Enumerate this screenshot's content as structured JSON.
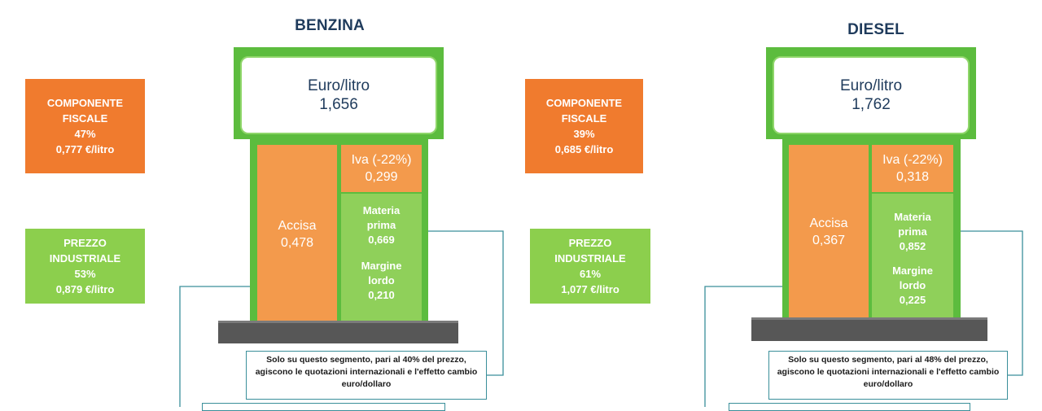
{
  "benzina": {
    "title": "BENZINA",
    "display_label": "Euro/litro",
    "display_value": "1,656",
    "fiscal": {
      "l1": "COMPONENTE",
      "l2": "FISCALE",
      "pct": "47%",
      "value": "0,777 €/litro"
    },
    "industrial": {
      "l1": "PREZZO",
      "l2": "INDUSTRIALE",
      "pct": "53%",
      "value": "0,879 €/litro"
    },
    "accisa": {
      "label": "Accisa",
      "value": "0,478"
    },
    "iva": {
      "label": "Iva (-22%)",
      "value": "0,299"
    },
    "materia": {
      "l1": "Materia",
      "l2": "prima",
      "value": "0,669"
    },
    "margine": {
      "l1": "Margine",
      "l2": "lordo",
      "value": "0,210"
    },
    "note": {
      "l1": "Solo su questo segmento, pari al 40% del prezzo,",
      "l2": "agiscono le quotazioni internazionali e l'effetto cambio",
      "l3": "euro/dollaro"
    }
  },
  "diesel": {
    "title": "DIESEL",
    "display_label": "Euro/litro",
    "display_value": "1,762",
    "fiscal": {
      "l1": "COMPONENTE",
      "l2": "FISCALE",
      "pct": "39%",
      "value": "0,685 €/litro"
    },
    "industrial": {
      "l1": "PREZZO",
      "l2": "INDUSTRIALE",
      "pct": "61%",
      "value": "1,077 €/litro"
    },
    "accisa": {
      "label": "Accisa",
      "value": "0,367"
    },
    "iva": {
      "label": "Iva (-22%)",
      "value": "0,318"
    },
    "materia": {
      "l1": "Materia",
      "l2": "prima",
      "value": "0,852"
    },
    "margine": {
      "l1": "Margine",
      "l2": "lordo",
      "value": "0,225"
    },
    "note": {
      "l1": "Solo su questo segmento, pari al 48% del prezzo,",
      "l2": "agiscono le quotazioni internazionali e l'effetto cambio",
      "l3": "euro/dollaro"
    }
  },
  "colors": {
    "orange": "#f07b2e",
    "green": "#8ccf4d",
    "pump_green": "#5cbc3e",
    "title_blue": "#1f3b5c",
    "connector": "#3a8f9a"
  }
}
